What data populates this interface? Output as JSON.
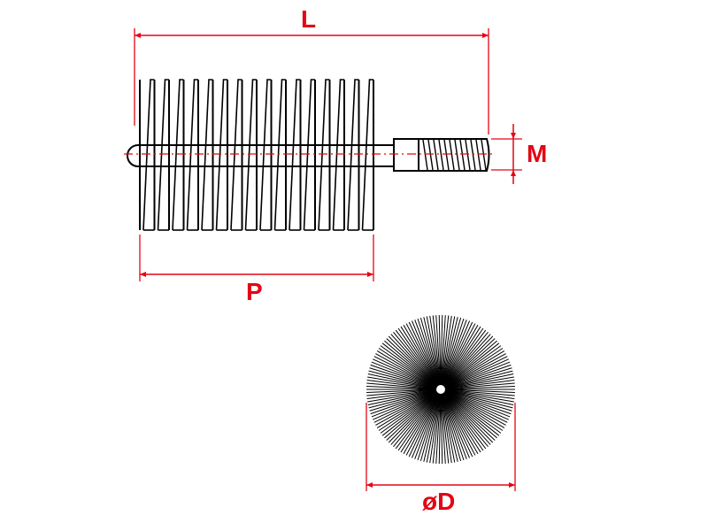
{
  "labels": {
    "length": "L",
    "thread": "M",
    "brush_length": "P",
    "diameter": "øD"
  },
  "colors": {
    "dimension": "#e30613",
    "drawing": "#000000"
  }
}
